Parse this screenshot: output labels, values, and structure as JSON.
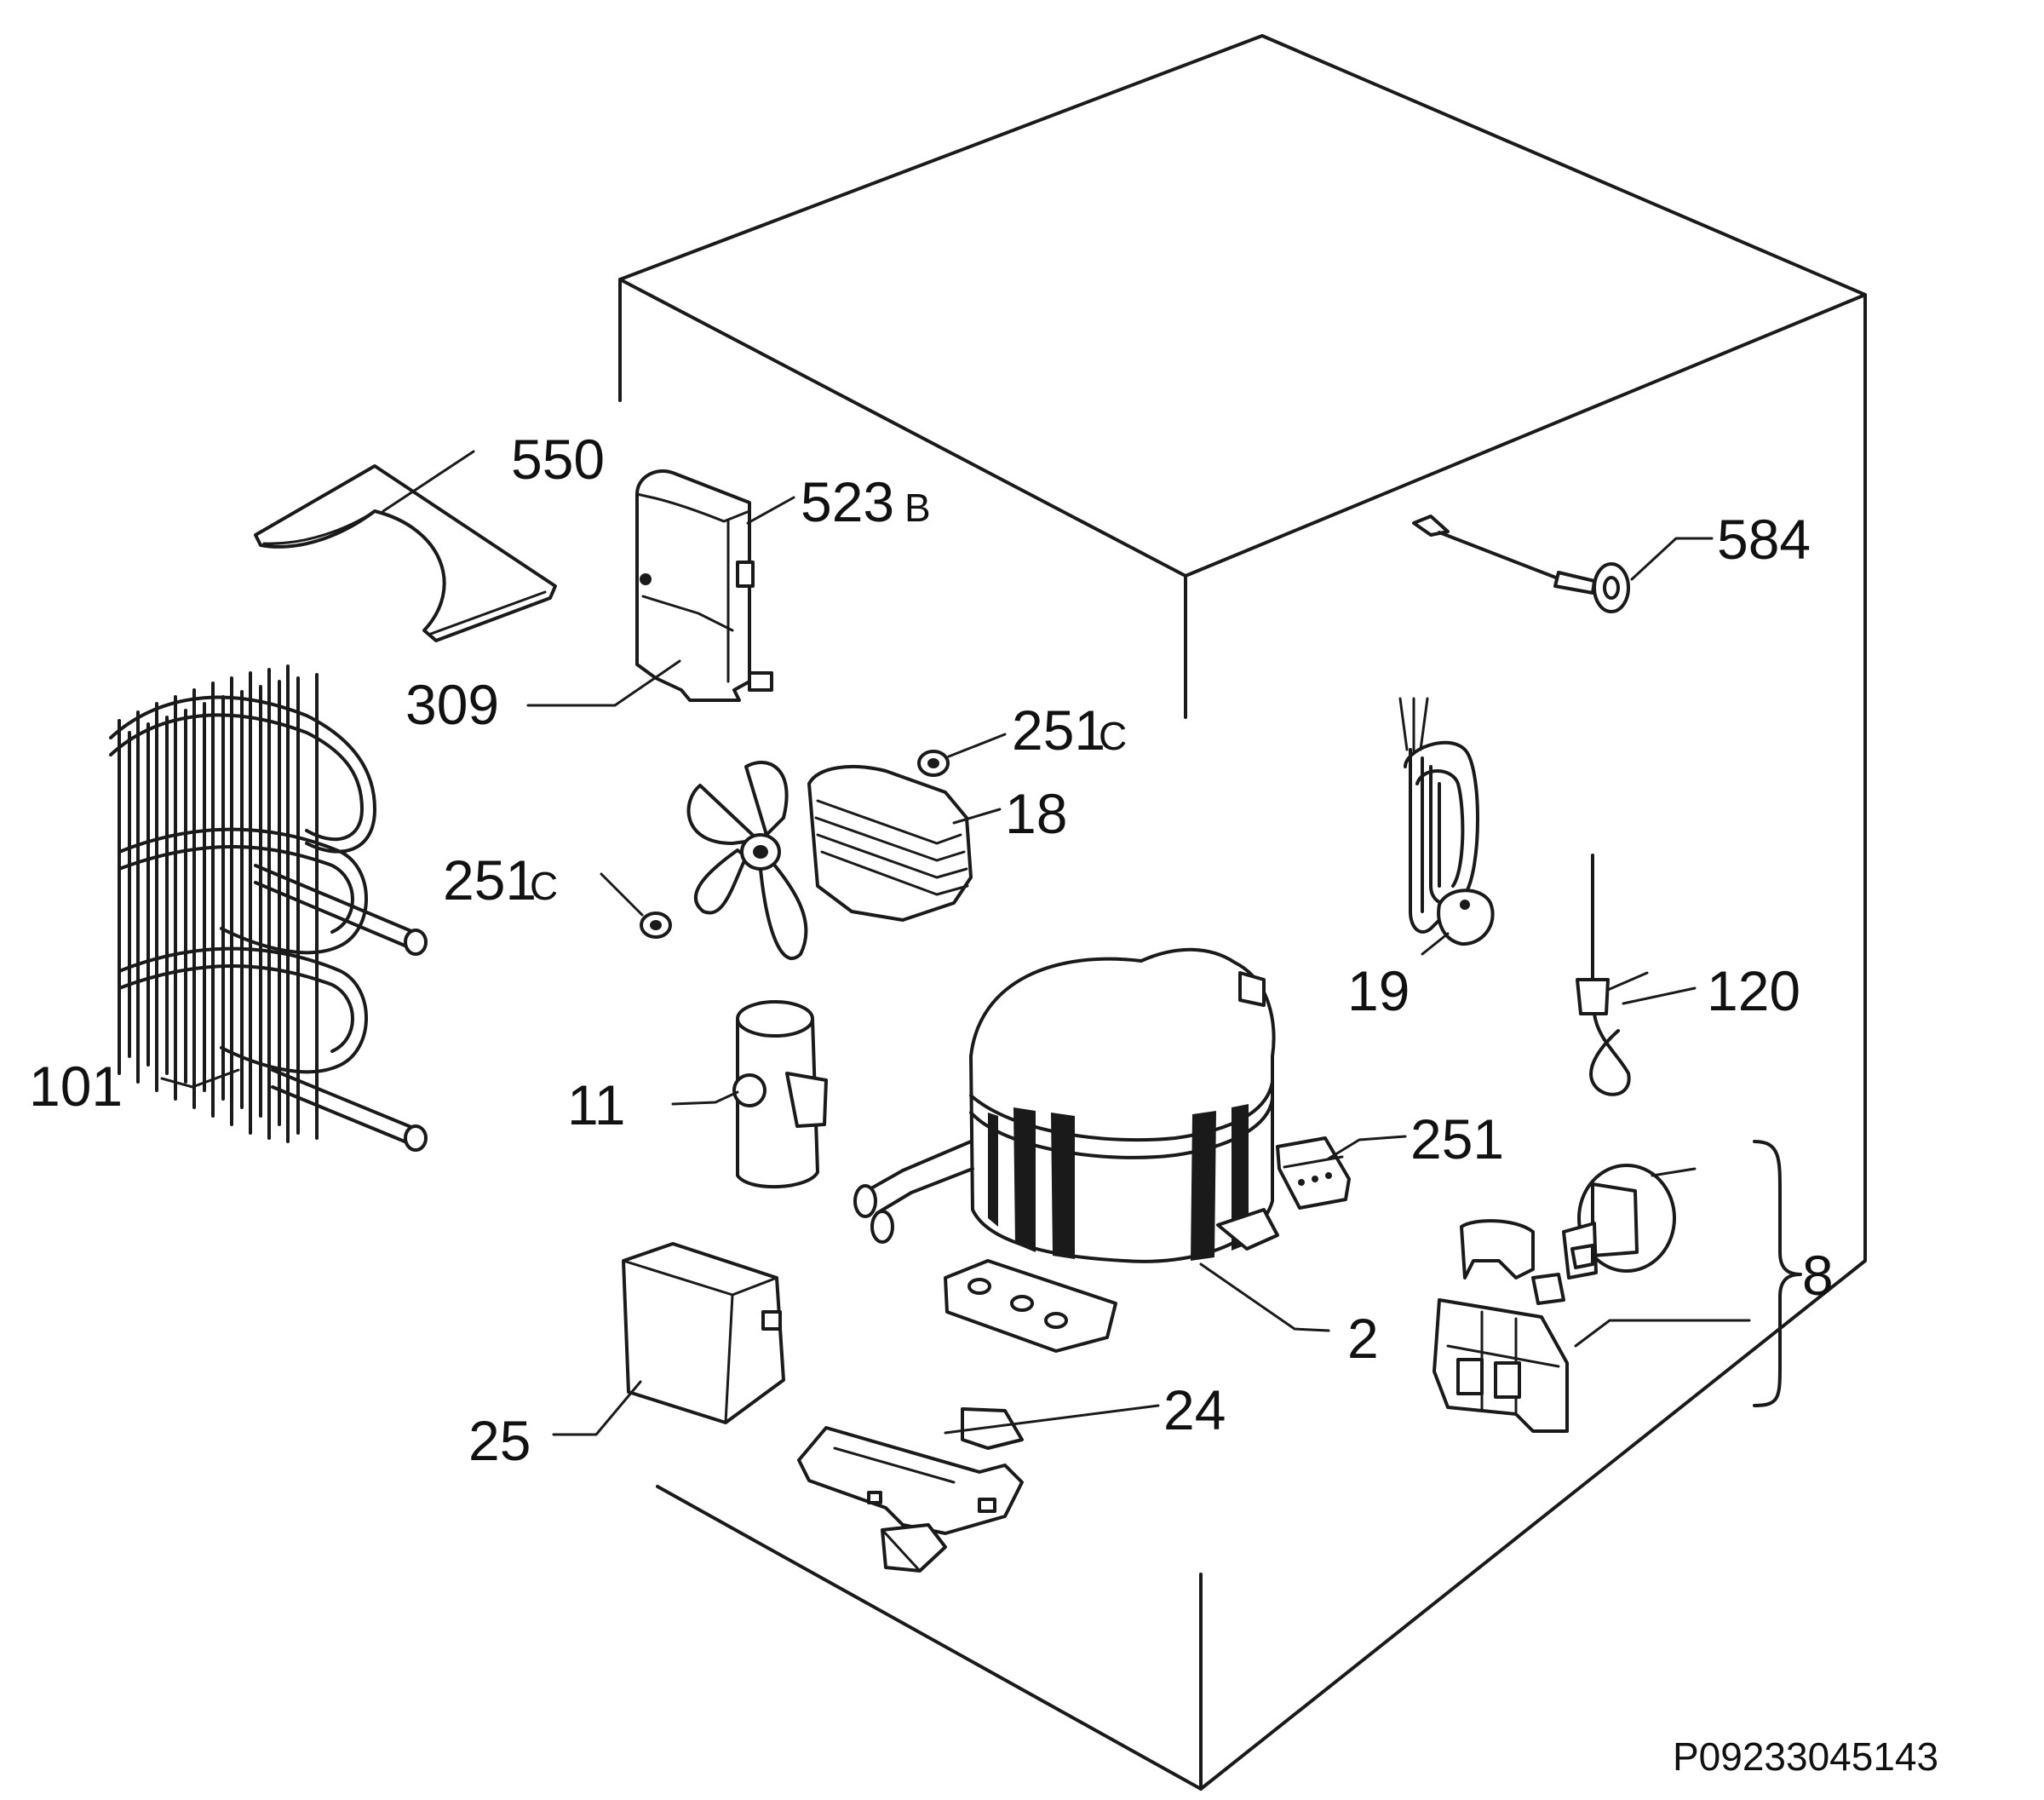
{
  "labels": {
    "p550": "550",
    "p523": "523",
    "p523_suffix": "B",
    "p584": "584",
    "p309": "309",
    "p251c_top": "251",
    "p251c_top_suffix": "C",
    "p18": "18",
    "p251c_left": "251",
    "p251c_left_suffix": "C",
    "p101": "101",
    "p19": "19",
    "p120": "120",
    "p11": "11",
    "p251": "251",
    "p8": "8",
    "p2": "2",
    "p25": "25",
    "p24": "24"
  },
  "document_id": "P09233045143",
  "icons": {
    "cabinet": "cabinet-outline-icon",
    "drip_tray": "drip-tray-icon",
    "compressor_cover": "compressor-cover-icon",
    "condenser": "condenser-coil-icon",
    "fan_motor": "fan-motor-icon",
    "grommet": "grommet-icon",
    "filter_drier": "filter-drier-icon",
    "compressor": "compressor-icon",
    "heater": "heater-icon",
    "sensor": "sensor-icon",
    "thermostat": "thermostat-icon",
    "relay": "relay-icon",
    "capacitor": "capacitor-icon",
    "connector": "connector-icon",
    "clip_bracket": "clip-bracket-icon"
  }
}
